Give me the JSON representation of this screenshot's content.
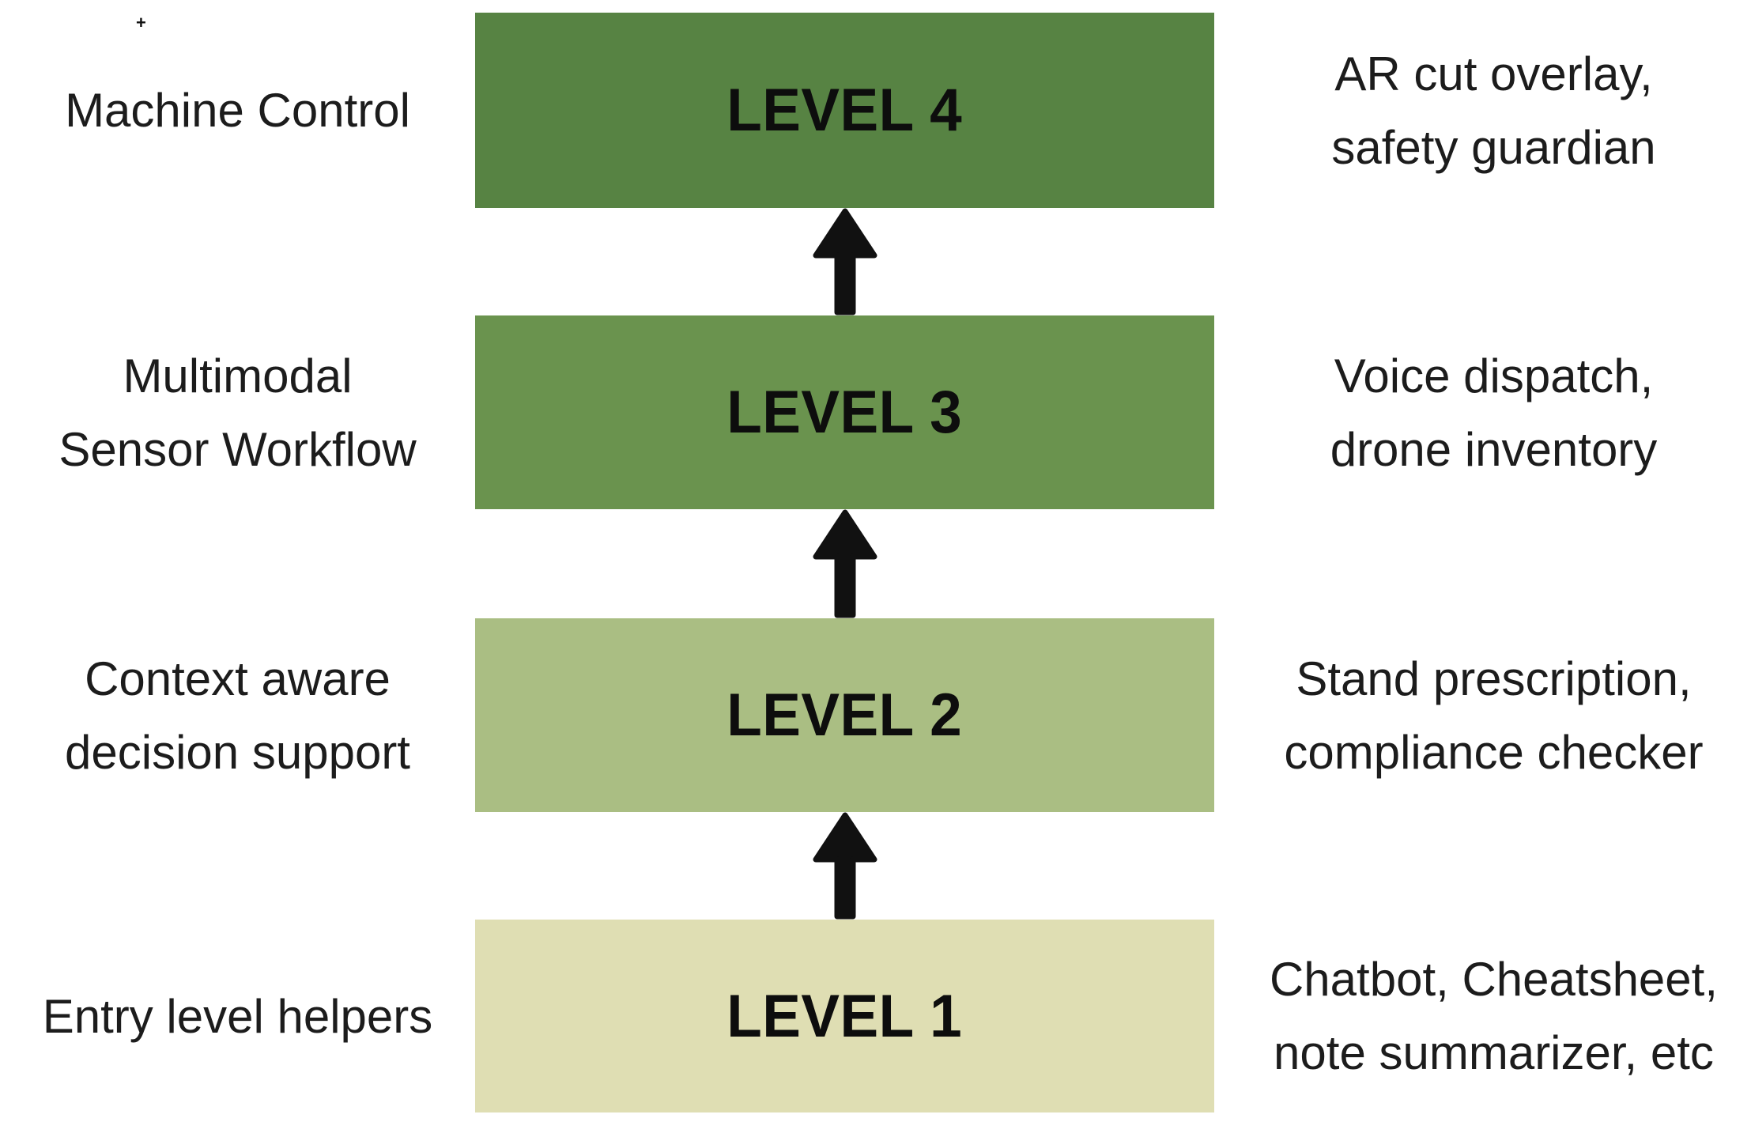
{
  "palette": {
    "arrow": "#111111",
    "level_text": "#0d0d0d",
    "side_text": "#1c1c1c",
    "background": "#ffffff"
  },
  "stray_mark": "+",
  "levels": [
    {
      "name": "LEVEL 4",
      "left_label": "Machine Control",
      "right_label": "AR cut overlay,\nsafety guardian",
      "color": "#578343"
    },
    {
      "name": "LEVEL 3",
      "left_label": "Multimodal\nSensor Workflow",
      "right_label": "Voice dispatch,\ndrone inventory",
      "color": "#6A934E"
    },
    {
      "name": "LEVEL 2",
      "left_label": "Context aware\ndecision support",
      "right_label": "Stand prescription,\ncompliance checker",
      "color": "#AABE83"
    },
    {
      "name": "LEVEL 1",
      "left_label": "Entry level helpers",
      "right_label": "Chatbot, Cheatsheet,\nnote summarizer, etc",
      "color": "#DFDEB3"
    }
  ]
}
